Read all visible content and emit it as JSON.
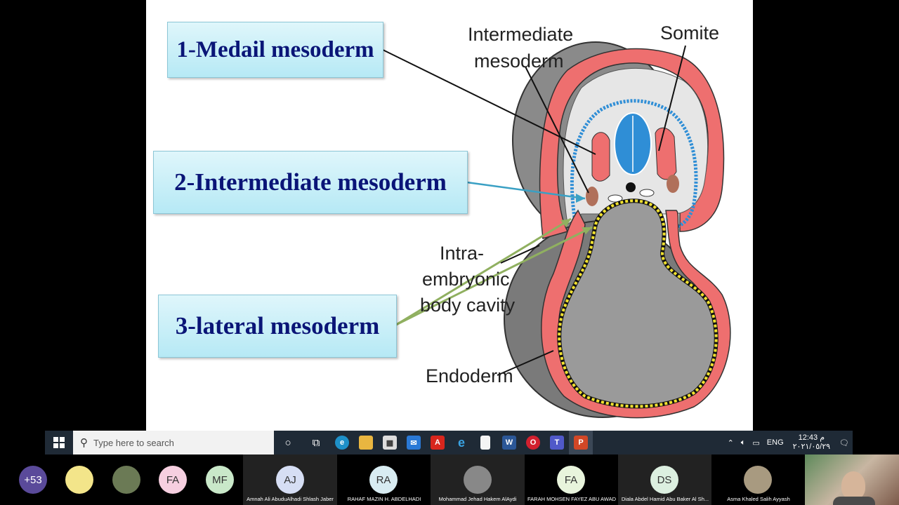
{
  "slide": {
    "box1": "1-Medail mesoderm",
    "box2": "2-Intermediate mesoderm",
    "box3": "3-lateral mesoderm",
    "diagram_labels": {
      "intermediate_line1": "Intermediate",
      "intermediate_line2": "mesoderm",
      "somite": "Somite",
      "intra_line1": "Intra-",
      "intra_line2": "embryonic",
      "intra_line3": "body cavity",
      "endoderm": "Endoderm"
    },
    "colors": {
      "mesoderm": "#ee6f6f",
      "neural_tube": "#2f8ed6",
      "endoderm_dots": "#f2e230",
      "box_text": "#0a1577"
    }
  },
  "taskbar": {
    "search_placeholder": "Type here to search",
    "apps": [
      "edge-icon",
      "file-explorer-icon",
      "store-icon",
      "mail-icon",
      "pdf-icon",
      "internet-explorer-icon",
      "notepad-icon",
      "word-icon",
      "opera-icon",
      "teams-icon",
      "powerpoint-icon"
    ],
    "language": "ENG",
    "time": "12:43 م",
    "date": "٢٠٢١/٠٥/٢٩"
  },
  "participants": {
    "overflow_count": "+53",
    "tiles": [
      {
        "initials": "",
        "name": "",
        "color": "#f3e58a"
      },
      {
        "initials": "",
        "name": "",
        "color": "#6b7a55"
      },
      {
        "initials": "FA",
        "name": "",
        "color": "#f6cfe0"
      },
      {
        "initials": "MF",
        "name": "",
        "color": "#c9e8c9"
      },
      {
        "initials": "AJ",
        "name": "Amnah Ali AbuduAlhadi Shlash Jaber",
        "color": "#d6def4"
      },
      {
        "initials": "RA",
        "name": "RAHAF MAZIN H. ABDELHADI",
        "color": "#d8ecf2"
      },
      {
        "initials": "",
        "name": "Mohammad Jehad Hakem AlAydi",
        "color": "#888"
      },
      {
        "initials": "FA",
        "name": "FARAH MOHSEN FAYEZ ABU AWAD",
        "color": "#e8f4dc"
      },
      {
        "initials": "DS",
        "name": "Diala Abdel Hamid Abu Baker Al Sh...",
        "color": "#dcefe0"
      },
      {
        "initials": "",
        "name": "Asma Khaled Salih Ayyash",
        "color": "#a89a80"
      }
    ]
  }
}
